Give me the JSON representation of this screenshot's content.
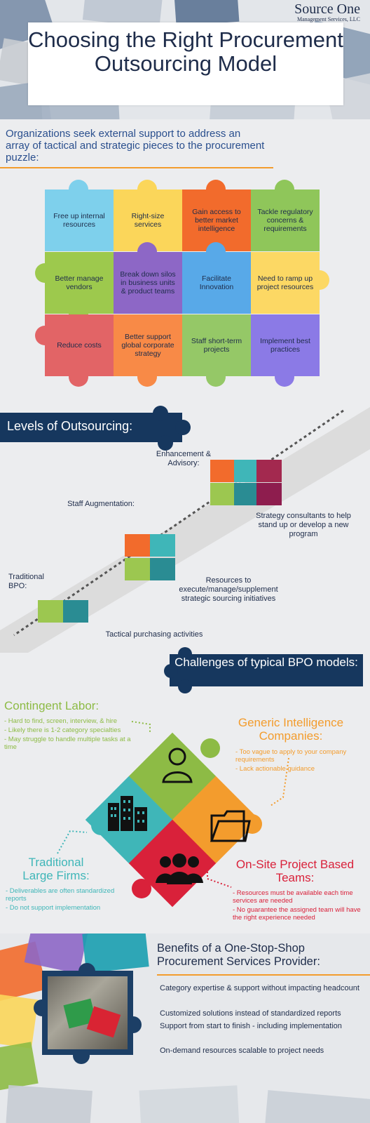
{
  "logo": {
    "main": "Source One",
    "sub": "Management Services, LLC"
  },
  "title": "Choosing the Right Procurement Outsourcing Model",
  "intro": "Organizations seek external support to address an array of tactical and strategic pieces to the procurement puzzle:",
  "puzzle": [
    {
      "label": "Free up internal resources",
      "color": "#7ed0ec"
    },
    {
      "label": "Right-size services",
      "color": "#fbd65a"
    },
    {
      "label": "Gain access to better market intelligence",
      "color": "#f26b2c"
    },
    {
      "label": "Tackle regulatory concerns & requirements",
      "color": "#8fc65a"
    },
    {
      "label": "Better manage vendors",
      "color": "#9dc94d"
    },
    {
      "label": "Break down silos in business units & product teams",
      "color": "#8d67c6"
    },
    {
      "label": "Facilitate Innovation",
      "color": "#58a9e8"
    },
    {
      "label": "Need to ramp up project resources",
      "color": "#fcd864"
    },
    {
      "label": "Reduce costs",
      "color": "#e26466"
    },
    {
      "label": "Better support global corporate strategy",
      "color": "#f88a47"
    },
    {
      "label": "Staff short-term projects",
      "color": "#95c867"
    },
    {
      "label": "Implement best practices",
      "color": "#8b7ae6"
    }
  ],
  "levels": {
    "title": "Levels of Outsourcing:",
    "enhancement": {
      "label": "Enhancement & Advisory:",
      "desc": "Strategy consultants to help stand up or develop a new program"
    },
    "staff": {
      "label": "Staff Augmentation:",
      "desc": "Resources to execute/manage/supplement strategic sourcing initiatives"
    },
    "bpo": {
      "label": "Traditional BPO:",
      "desc": "Tactical purchasing activities"
    }
  },
  "challenges": {
    "title": "Challenges of typical BPO models:",
    "contingent": {
      "heading": "Contingent Labor:",
      "items": [
        "- Hard to find, screen, interview, & hire",
        "- Likely there is 1-2 category specialties",
        "- May struggle to handle multiple tasks at a time"
      ]
    },
    "generic": {
      "heading": "Generic Intelligence Companies:",
      "items": [
        "- Too vague to apply to your company requirements",
        "- Lack actionable guidance"
      ]
    },
    "large": {
      "heading": "Traditional Large Firms:",
      "items": [
        "- Deliverables are often standardized reports",
        "- Do not support implementation"
      ]
    },
    "onsite": {
      "heading": "On-Site Project Based Teams:",
      "items": [
        "- Resources must be available each time services are needed",
        "- No guarantee the assigned team will have the right experience needed"
      ]
    }
  },
  "benefits": {
    "title": "Benefits of a One-Stop-Shop Procurement Services Provider:",
    "items": [
      "Category expertise & support without impacting headcount",
      "Customized solutions instead of standardized reports",
      "Support from start to finish - including implementation",
      "On-demand resources scalable to project needs"
    ]
  },
  "colors": {
    "navy": "#16375e",
    "orange": "#f39c2d",
    "green": "#8dbb45",
    "teal": "#3fb6b8",
    "red": "#d9213a"
  }
}
